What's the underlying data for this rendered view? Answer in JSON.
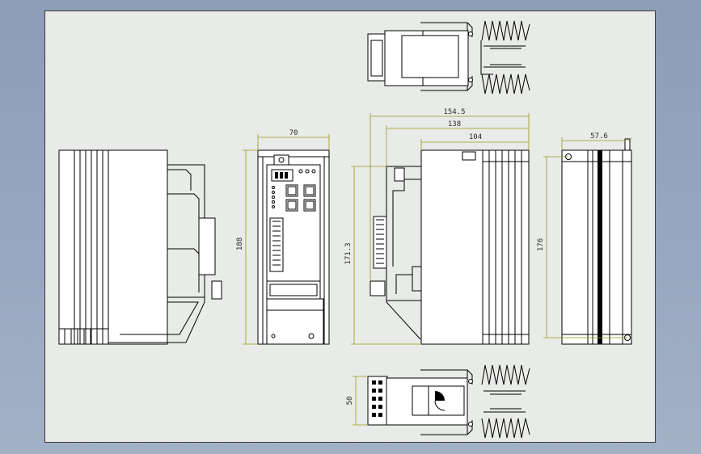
{
  "colors": {
    "background": "#98a8c0",
    "sheet": "#e8ebe7",
    "lines": "#000000",
    "dimension_lines": "#9a9a1e"
  },
  "dimensions": {
    "front_height": "188",
    "front_width": "70",
    "side_width_overall": "154.5",
    "side_width_body": "138",
    "side_width_heatsink": "104",
    "side_height": "171.3",
    "rear_width": "57.6",
    "rear_height": "176",
    "bottom_depth": "50"
  }
}
